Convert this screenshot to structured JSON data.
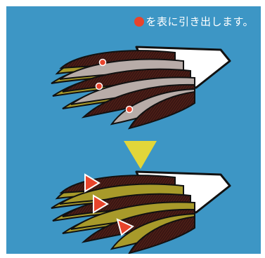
{
  "instruction": {
    "marker_icon": "red-circle",
    "text": "を表に引き出します。"
  },
  "colors": {
    "background": "#3d96c5",
    "feather_dark": "#3a1612",
    "feather_light": "#b8aca8",
    "feather_olive": "#a89a2a",
    "marker_red": "#e8442c",
    "arrow_yellow": "#e2d63a"
  },
  "icons": [
    "red-circle",
    "down-arrow",
    "pointer-arrow"
  ]
}
